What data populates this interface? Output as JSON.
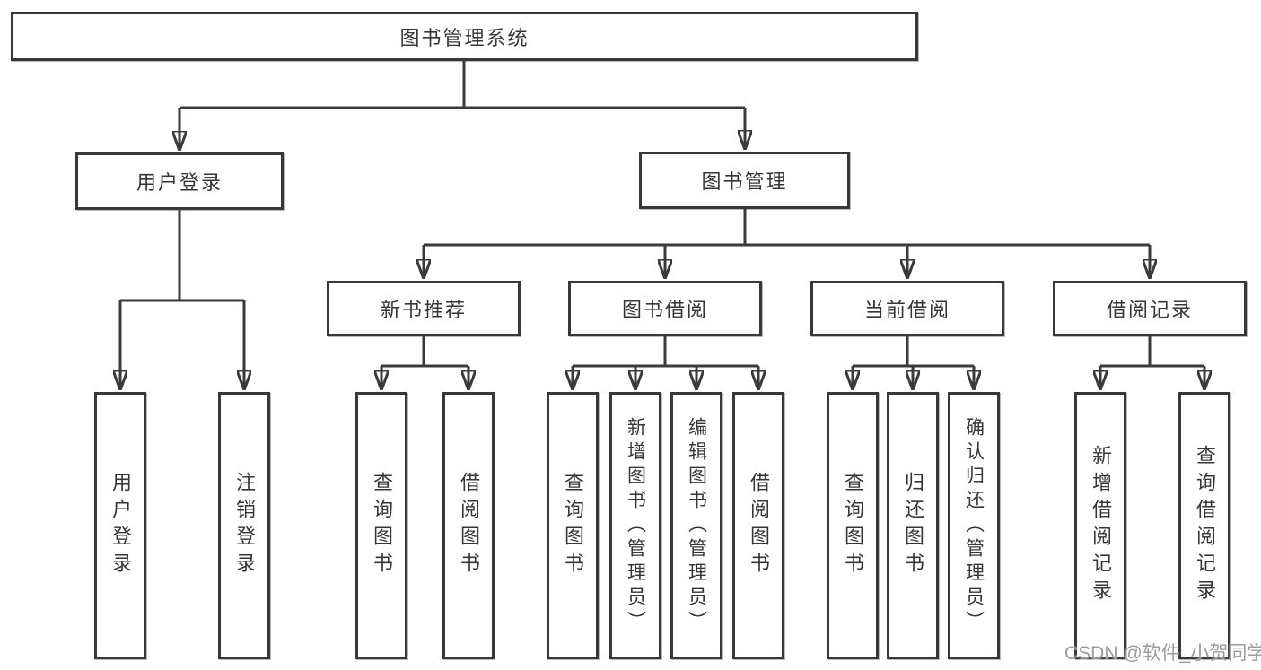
{
  "nodes": {
    "root": {
      "label": "图书管理系统"
    },
    "user_login": {
      "label": "用户登录"
    },
    "book_management": {
      "label": "图书管理"
    },
    "new_book_recommendation": {
      "label": "新书推荐"
    },
    "book_borrowing": {
      "label": "图书借阅"
    },
    "current_borrowing": {
      "label": "当前借阅"
    },
    "borrowing_records": {
      "label": "借阅记录"
    },
    "leaves": [
      {
        "parent": "user_login",
        "label": "用户登录"
      },
      {
        "parent": "user_login",
        "label": "注销登录"
      },
      {
        "parent": "new_book_recommendation",
        "label": "查询图书"
      },
      {
        "parent": "new_book_recommendation",
        "label": "借阅图书"
      },
      {
        "parent": "book_borrowing",
        "label": "查询图书"
      },
      {
        "parent": "book_borrowing",
        "label": "新增图书（管理员）"
      },
      {
        "parent": "book_borrowing",
        "label": "编辑图书（管理员）"
      },
      {
        "parent": "book_borrowing",
        "label": "借阅图书"
      },
      {
        "parent": "current_borrowing",
        "label": "查询图书"
      },
      {
        "parent": "current_borrowing",
        "label": "归还图书"
      },
      {
        "parent": "current_borrowing",
        "label": "确认归还（管理员）"
      },
      {
        "parent": "borrowing_records",
        "label": "新增借阅记录"
      },
      {
        "parent": "borrowing_records",
        "label": "查询借阅记录"
      }
    ]
  },
  "colors": {
    "line": "#3a3a3a",
    "box_border": "#383838",
    "text": "#363636",
    "background": "#ffffff",
    "watermark": "#9b9b9b"
  },
  "watermark": {
    "text": "CSDN @软件_小贺同学"
  }
}
